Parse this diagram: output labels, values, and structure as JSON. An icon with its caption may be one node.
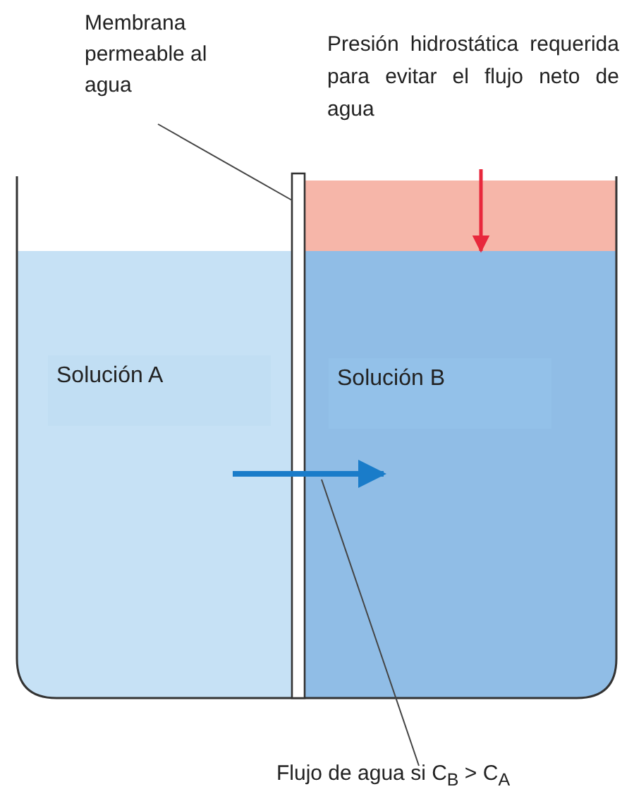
{
  "diagram": {
    "nodes": [
      {
        "text": [
          "Membrana permeable al agua"
        ]
      },
      {
        "text": [],
        "shape": "bar"
      },
      {
        "text": [],
        "shape": "arrow"
      },
      {
        "text": [
          "Flujo de agua si C$_{B}$ > C$_{A}$"
        ]
      }
    ],
    "edges": [
      {
        "from": 0,
        "to": 1,
        "arrow": "none"
      },
      {
        "from": 3,
        "to": 2,
        "arrow": "none"
      }
    ],
    "labels": [
      "Presión hidrostática requerida para evitar el flujo neto de agua",
      "Solución A",
      "Solución B"
    ]
  }
}
